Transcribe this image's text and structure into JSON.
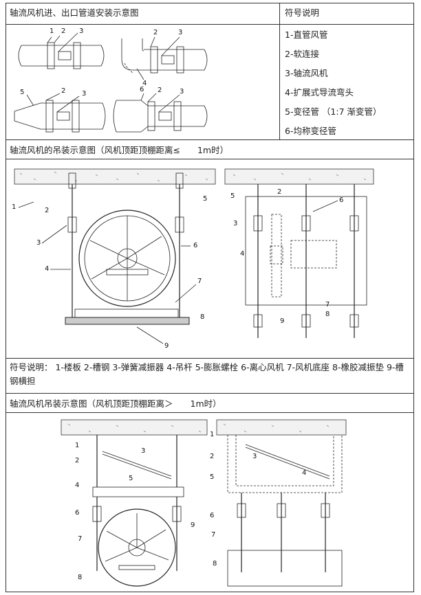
{
  "row1": {
    "left_title": "轴流风机进、出口管道安装示意图",
    "right_title": "符号说明",
    "legend": [
      "1-直管风管",
      "2-软连接",
      "3-轴流风机",
      "4-扩展式导流弯头",
      "5-变径管 （1:7 渐变管）",
      "6-均称变径管"
    ]
  },
  "row2": {
    "title": "轴流风机的吊装示意图（风机顶距顶棚距离≤　　1m时）",
    "caption": "符号说明： 1-楼板  2-槽钢  3-弹簧减振器   4-吊杆  5-膨胀螺栓   6-离心风机   7-风机底座   8-橡胶减振垫   9-槽钢横担"
  },
  "row3": {
    "title": "轴流风机吊装示意图（风机顶距顶棚距离＞　　1m时）"
  },
  "callouts": {
    "n1": "1",
    "n2": "2",
    "n3": "3",
    "n4": "4",
    "n5": "5",
    "n6": "6",
    "n7": "7",
    "n8": "8",
    "n9": "9"
  }
}
